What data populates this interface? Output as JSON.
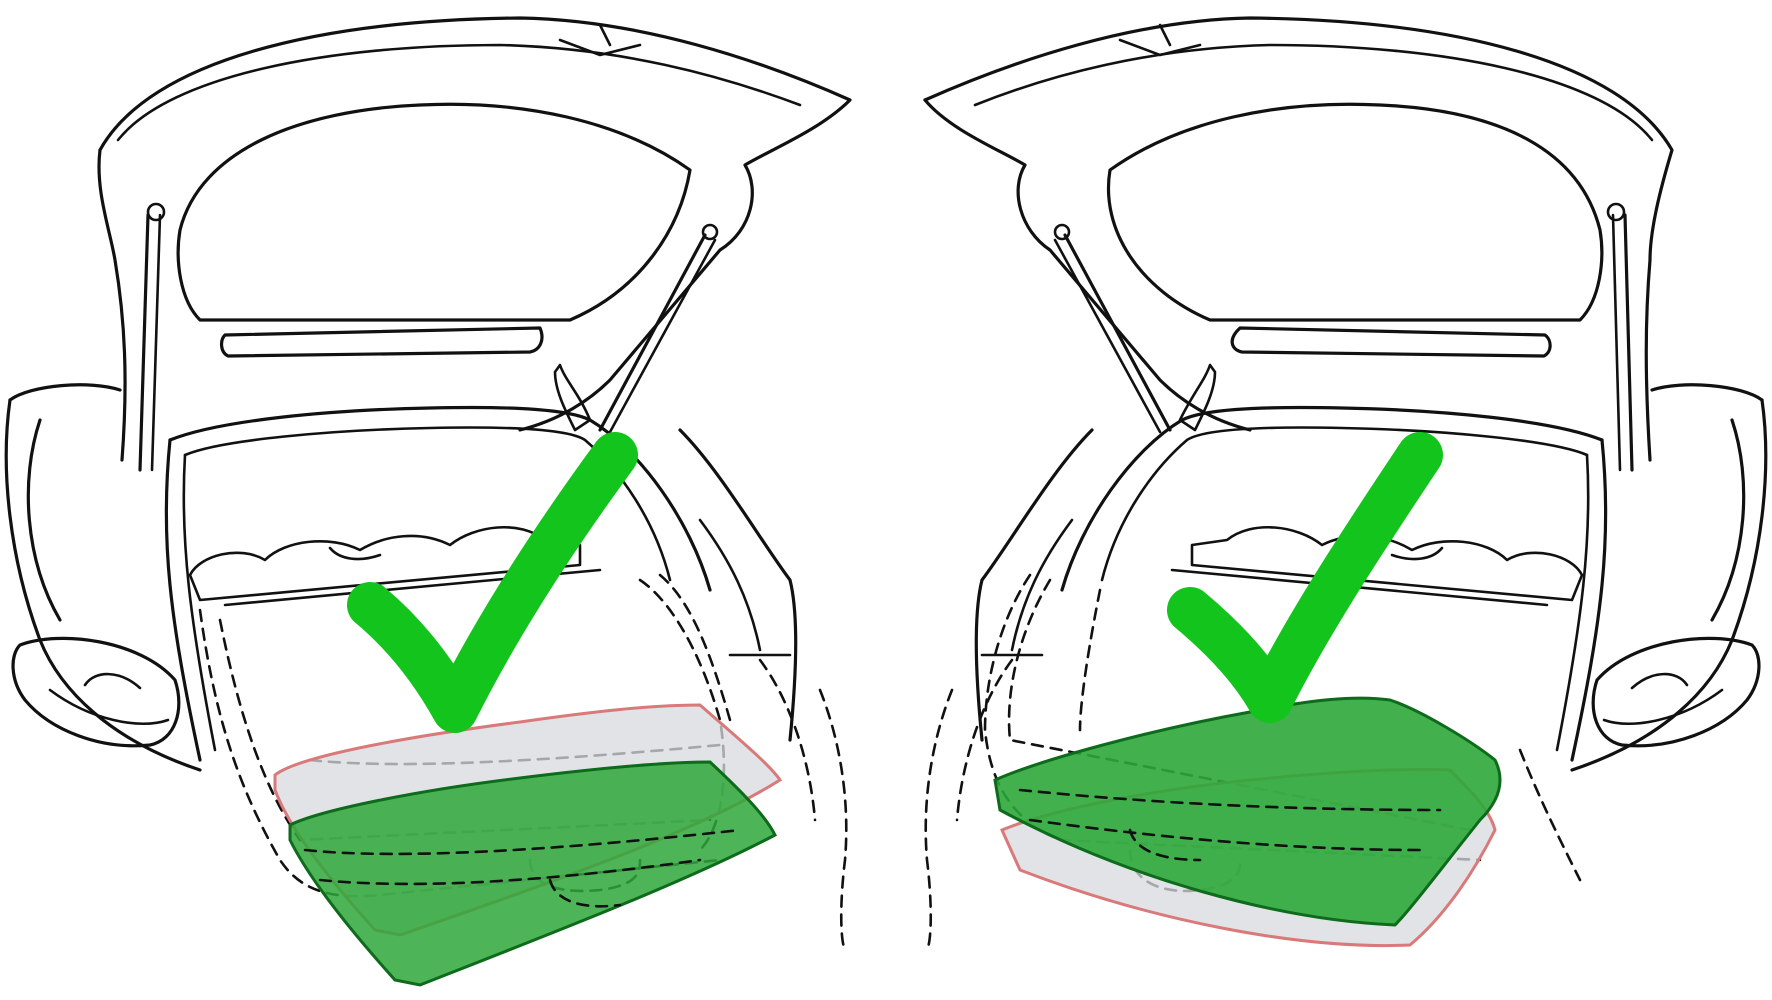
{
  "colors": {
    "background": "#ffffff",
    "outline": "#111111",
    "check_mark": "#12c41c",
    "floor_fill_green": "#2ea83a",
    "floor_border_green": "#0d6b1b",
    "floor_fill_grey": "#d7d9dd",
    "floor_border_red": "#d9797a"
  },
  "panels": [
    {
      "id": "left",
      "car": "hatchback-rear-view",
      "tailgate": "open",
      "boot_floor_position": "lower",
      "alternate_floor_position": "upper",
      "check_mark_icon": "check-mark-icon"
    },
    {
      "id": "right",
      "car": "hatchback-rear-view",
      "tailgate": "open",
      "boot_floor_position": "upper",
      "alternate_floor_position": "lower",
      "check_mark_icon": "check-mark-icon"
    }
  ]
}
